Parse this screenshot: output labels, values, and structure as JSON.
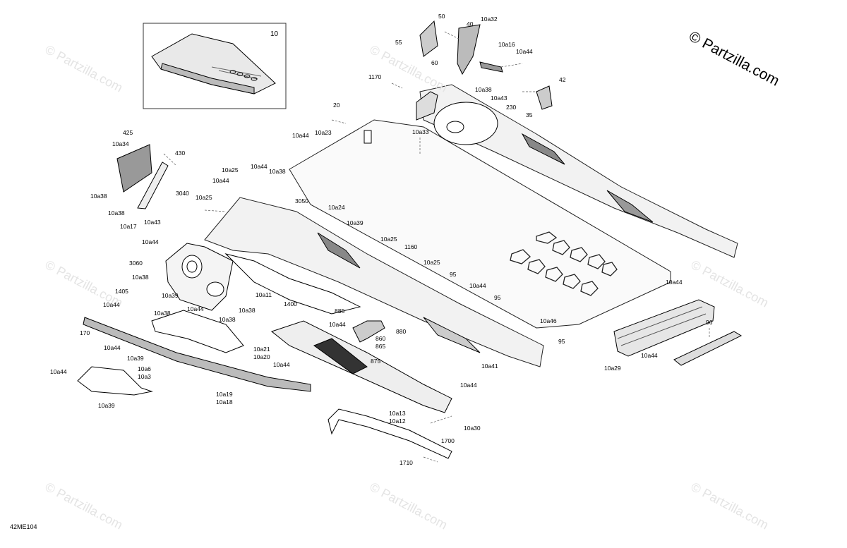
{
  "copyright": "© Partzilla.com",
  "watermark_text": "© Partzilla.com",
  "diagram_id": "42ME104",
  "inset_label": "10",
  "callouts": [
    {
      "text": "425"
    },
    {
      "text": "10a34"
    },
    {
      "text": "430"
    },
    {
      "text": "10a38"
    },
    {
      "text": "10a38"
    },
    {
      "text": "10a17"
    },
    {
      "text": "10a43"
    },
    {
      "text": "3040"
    },
    {
      "text": "10a25"
    },
    {
      "text": "10a25"
    },
    {
      "text": "10a44"
    },
    {
      "text": "10a44"
    },
    {
      "text": "10a38"
    },
    {
      "text": "10a44"
    },
    {
      "text": "10a23"
    },
    {
      "text": "20"
    },
    {
      "text": "10a33"
    },
    {
      "text": "3050"
    },
    {
      "text": "10a24"
    },
    {
      "text": "10a39"
    },
    {
      "text": "10a25"
    },
    {
      "text": "1160"
    },
    {
      "text": "10a25"
    },
    {
      "text": "95"
    },
    {
      "text": "10a44"
    },
    {
      "text": "95"
    },
    {
      "text": "95"
    },
    {
      "text": "10a46"
    },
    {
      "text": "10a41"
    },
    {
      "text": "1170"
    },
    {
      "text": "50"
    },
    {
      "text": "55"
    },
    {
      "text": "60"
    },
    {
      "text": "10a32"
    },
    {
      "text": "40"
    },
    {
      "text": "10a16"
    },
    {
      "text": "10a44"
    },
    {
      "text": "10a38"
    },
    {
      "text": "10a43"
    },
    {
      "text": "230"
    },
    {
      "text": "42"
    },
    {
      "text": "35"
    },
    {
      "text": "10a44"
    },
    {
      "text": "3060"
    },
    {
      "text": "10a38"
    },
    {
      "text": "1405"
    },
    {
      "text": "10a39"
    },
    {
      "text": "10a11"
    },
    {
      "text": "10a38"
    },
    {
      "text": "10a44"
    },
    {
      "text": "10a38"
    },
    {
      "text": "10a38"
    },
    {
      "text": "1400"
    },
    {
      "text": "10a44"
    },
    {
      "text": "170"
    },
    {
      "text": "10a44"
    },
    {
      "text": "10a39"
    },
    {
      "text": "10a44"
    },
    {
      "text": "10a6"
    },
    {
      "text": "10a3"
    },
    {
      "text": "10a39"
    },
    {
      "text": "10a21"
    },
    {
      "text": "10a20"
    },
    {
      "text": "10a44"
    },
    {
      "text": "10a19"
    },
    {
      "text": "10a18"
    },
    {
      "text": "885"
    },
    {
      "text": "10a44"
    },
    {
      "text": "860"
    },
    {
      "text": "865"
    },
    {
      "text": "880"
    },
    {
      "text": "875"
    },
    {
      "text": "10a44"
    },
    {
      "text": "10a13"
    },
    {
      "text": "10a12"
    },
    {
      "text": "10a30"
    },
    {
      "text": "1700"
    },
    {
      "text": "1710"
    },
    {
      "text": "10a44"
    },
    {
      "text": "10a29"
    },
    {
      "text": "96"
    },
    {
      "text": "10a44"
    }
  ]
}
